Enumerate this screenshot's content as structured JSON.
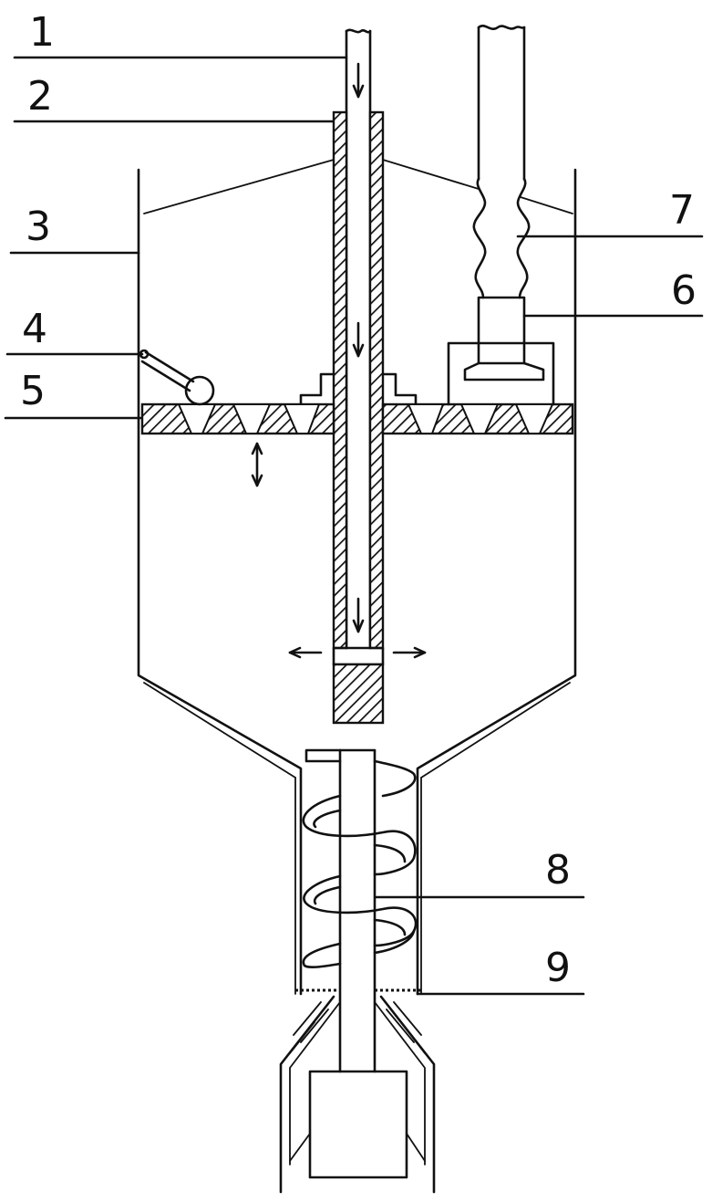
{
  "labels": {
    "l1": "1",
    "l2": "2",
    "l3": "3",
    "l4": "4",
    "l5": "5",
    "l6": "6",
    "l7": "7",
    "l8": "8",
    "l9": "9"
  },
  "colors": {
    "stroke": "#111111",
    "background": "#ffffff"
  }
}
